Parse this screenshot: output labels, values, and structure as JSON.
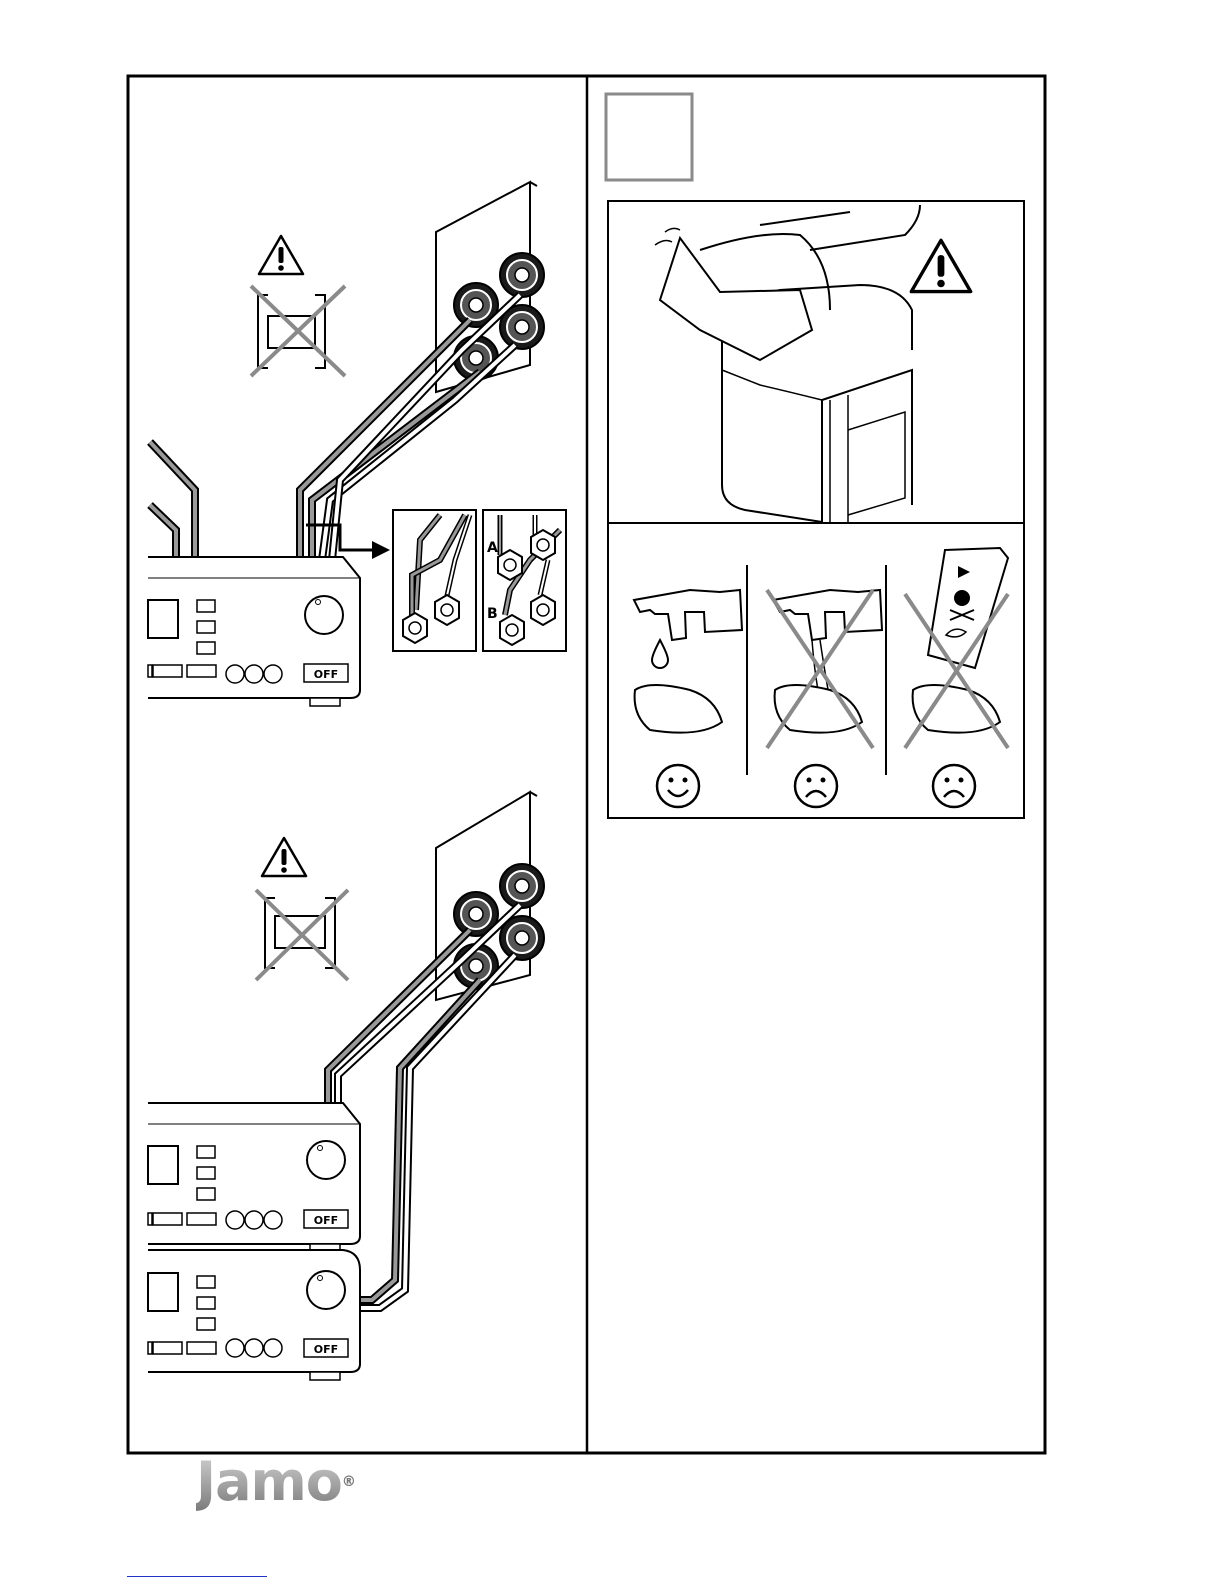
{
  "labels": {
    "terminal_a": "A",
    "terminal_b": "B",
    "amp_off": "OFF"
  },
  "brand": {
    "logo": "Jamo",
    "registered": "®"
  },
  "colors": {
    "line": "#000000",
    "cross": "#8a8a8a",
    "cable": "#999999",
    "frame": "#888888"
  },
  "icons": [
    "warning-triangle-icon",
    "bridge-jumper-icon",
    "smiley-happy-icon",
    "smiley-sad-icon",
    "faucet-icon",
    "water-drop-icon",
    "cleaning-agent-icon",
    "hand-icon"
  ]
}
